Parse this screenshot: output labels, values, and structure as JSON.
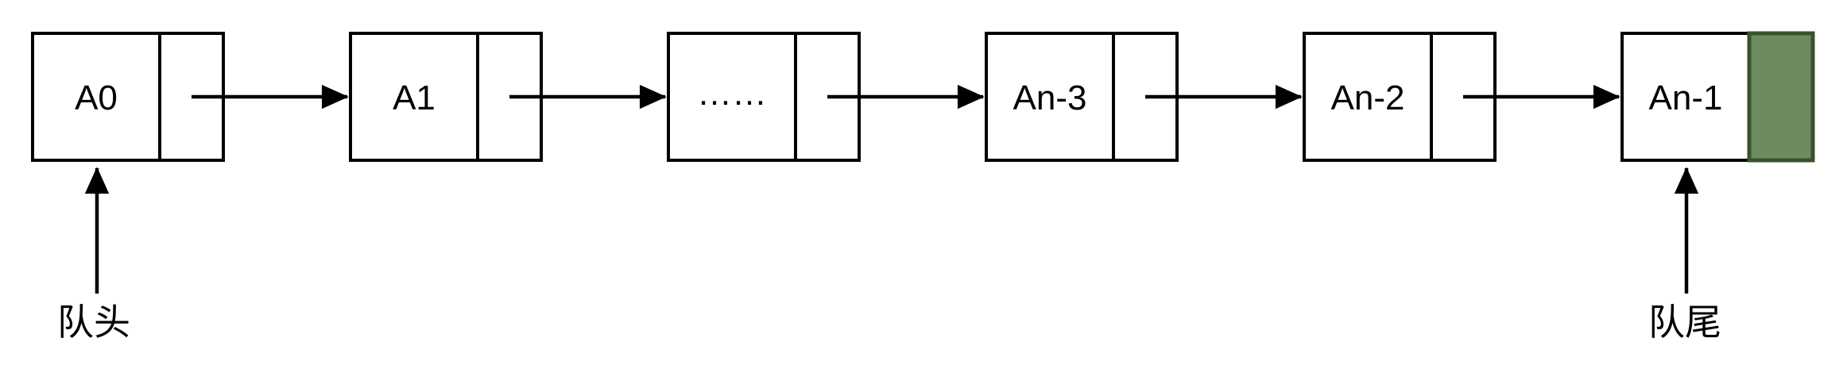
{
  "diagram": {
    "type": "linked-list-queue",
    "nodes": [
      {
        "label": "A0",
        "pointer_filled": false
      },
      {
        "label": "A1",
        "pointer_filled": false
      },
      {
        "label": "……",
        "pointer_filled": false
      },
      {
        "label": "An-3",
        "pointer_filled": false
      },
      {
        "label": "An-2",
        "pointer_filled": false
      },
      {
        "label": "An-1",
        "pointer_filled": true
      }
    ],
    "labels": {
      "head": "队头",
      "tail": "队尾"
    },
    "colors": {
      "stroke": "#000000",
      "node_fill": "#ffffff",
      "tail_cell_fill": "#6E8A5F",
      "tail_cell_border": "#38522D",
      "background": "#ffffff"
    }
  }
}
